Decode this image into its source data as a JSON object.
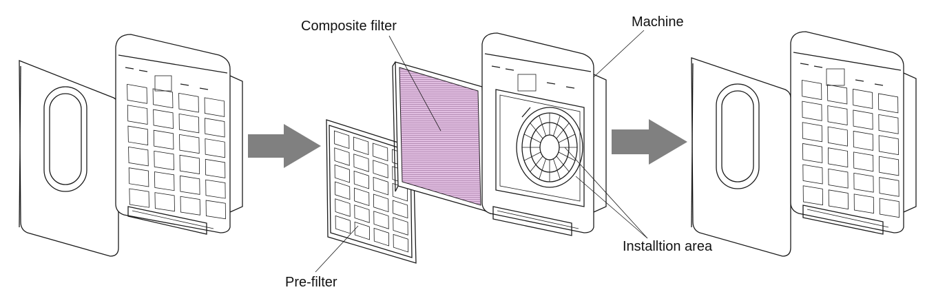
{
  "labels": {
    "composite_filter": "Composite filter",
    "machine": "Machine",
    "pre_filter": "Pre-filter",
    "installation_area": "Installtion area"
  },
  "colors": {
    "line": "#1a1a1a",
    "arrow": "#808080",
    "filter_tint": "#c889c8",
    "background": "#ffffff"
  },
  "icons": [
    "right-arrow-icon",
    "right-arrow-icon"
  ]
}
